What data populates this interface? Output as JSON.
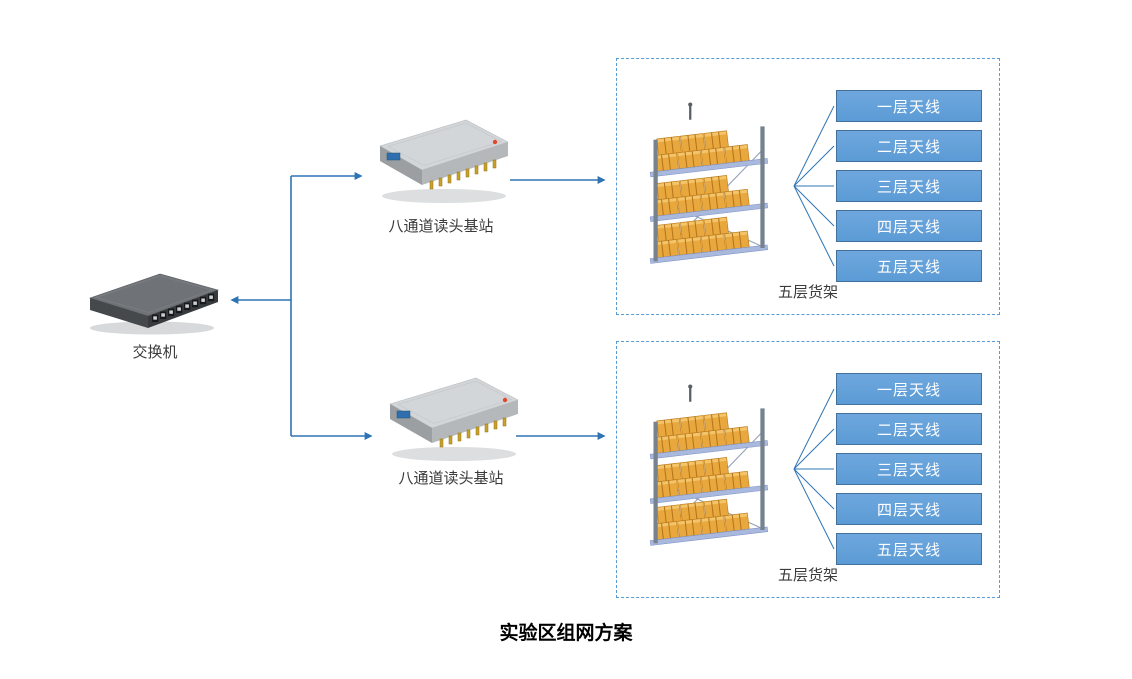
{
  "title": "实验区组网方案",
  "colors": {
    "accent_line": "#2E74B5",
    "antenna_fill": "#5B9BD5",
    "antenna_border": "#41719C",
    "dashed_border": "#5B9BD5"
  },
  "switch": {
    "label": "交换机"
  },
  "zones": [
    {
      "reader_label": "八通道读头基站",
      "shelf_label": "五层货架",
      "antennas": [
        "一层天线",
        "二层天线",
        "三层天线",
        "四层天线",
        "五层天线"
      ]
    },
    {
      "reader_label": "八通道读头基站",
      "shelf_label": "五层货架",
      "antennas": [
        "一层天线",
        "二层天线",
        "三层天线",
        "四层天线",
        "五层天线"
      ]
    }
  ]
}
